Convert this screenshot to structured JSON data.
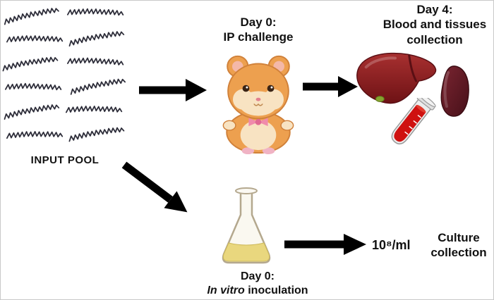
{
  "diagram": {
    "input_pool": {
      "label": "INPUT POOL"
    },
    "ip_challenge": {
      "line1": "Day 0:",
      "line2": "IP challenge"
    },
    "tissue_collection": {
      "line1": "Day 4:",
      "line2": "Blood and tissues",
      "line3": "collection"
    },
    "culture_collection": {
      "titer": "10⁸/ml",
      "line1": "Culture",
      "line2": "collection"
    },
    "inoculation": {
      "line1": "Day 0:",
      "line2_italic": "In vitro",
      "line2_rest": " inoculation"
    }
  },
  "colors": {
    "arrow": "#000000",
    "text": "#111111",
    "hamster_fur": "#eda04f",
    "liver": "#8c1f24",
    "spleen": "#5c1721",
    "blood": "#cf1110",
    "flask_liquid": "#e9d77e"
  }
}
